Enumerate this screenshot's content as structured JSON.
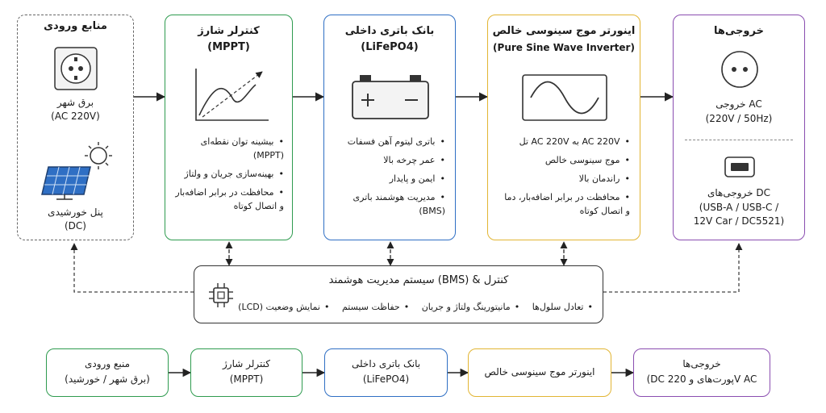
{
  "input": {
    "title": "منابع ورودی",
    "grid_label": "برق شهر",
    "grid_value": "(AC 220V)",
    "solar_label": "پنل خورشیدی",
    "solar_value": "(DC)",
    "border": "#666666"
  },
  "mppt": {
    "title": "کنترلر شارژ",
    "subtitle": "(MPPT)",
    "border": "#2e9b4f",
    "bullets": [
      "بیشینه توان نقطه‌ای (MPPT)",
      "بهینه‌سازی جریان و ولتاژ",
      "محافظت در برابر اضافه‌بار و اتصال کوتاه"
    ]
  },
  "battery": {
    "title": "بانک باتری داخلی",
    "subtitle": "(LiFePO4)",
    "border": "#2f6fc4",
    "bullets": [
      "باتری لیتوم آهن فسفات",
      "عمر چرخه بالا",
      "ایمن و پایدار",
      "مدیریت هوشمند باتری (BMS)"
    ]
  },
  "inverter": {
    "title": "اینورتر موج سینوسی خالص",
    "subtitle": "(Pure Sine Wave Inverter)",
    "border": "#e2b533",
    "bullets": [
      "AC 220V به AC 220V تل",
      "موج سینوسی خالص",
      "راندمان بالا",
      "محافظت در برابر اضافه‌بار، دما و اتصال کوتاه"
    ]
  },
  "outputs": {
    "title": "خروجی‌ها",
    "ac_label": "خروجی AC",
    "ac_value": "(220V / 50Hz)",
    "dc_label": "خروجی‌های DC",
    "dc_value1": "(USB-A / USB-C /",
    "dc_value2": "12V Car / DC5521)",
    "border": "#8a4db0"
  },
  "bms": {
    "title": "سیستم مدیریت هوشمند (BMS) & کنترل",
    "items": [
      "تعادل سلول‌ها",
      "مانیتورینگ ولتاژ و جریان",
      "حفاظت سیستم",
      "نمایش وضعیت (LCD)"
    ]
  },
  "summary": [
    {
      "line1": "منبع ورودی",
      "line2": "(برق شهر / خورشید)",
      "border": "#2e9b4f"
    },
    {
      "line1": "کنترلر شارژ",
      "line2": "(MPPT)",
      "border": "#2e9b4f"
    },
    {
      "line1": "بانک باتری داخلی",
      "line2": "(LiFePO4)",
      "border": "#2f6fc4"
    },
    {
      "line1": "اینورتر موج سینوسی خالص",
      "line2": "",
      "border": "#e2b533"
    },
    {
      "line1": "خروجی‌ها",
      "line2": "(DC پورت‌های و 220V AC",
      "border": "#8a4db0"
    }
  ]
}
